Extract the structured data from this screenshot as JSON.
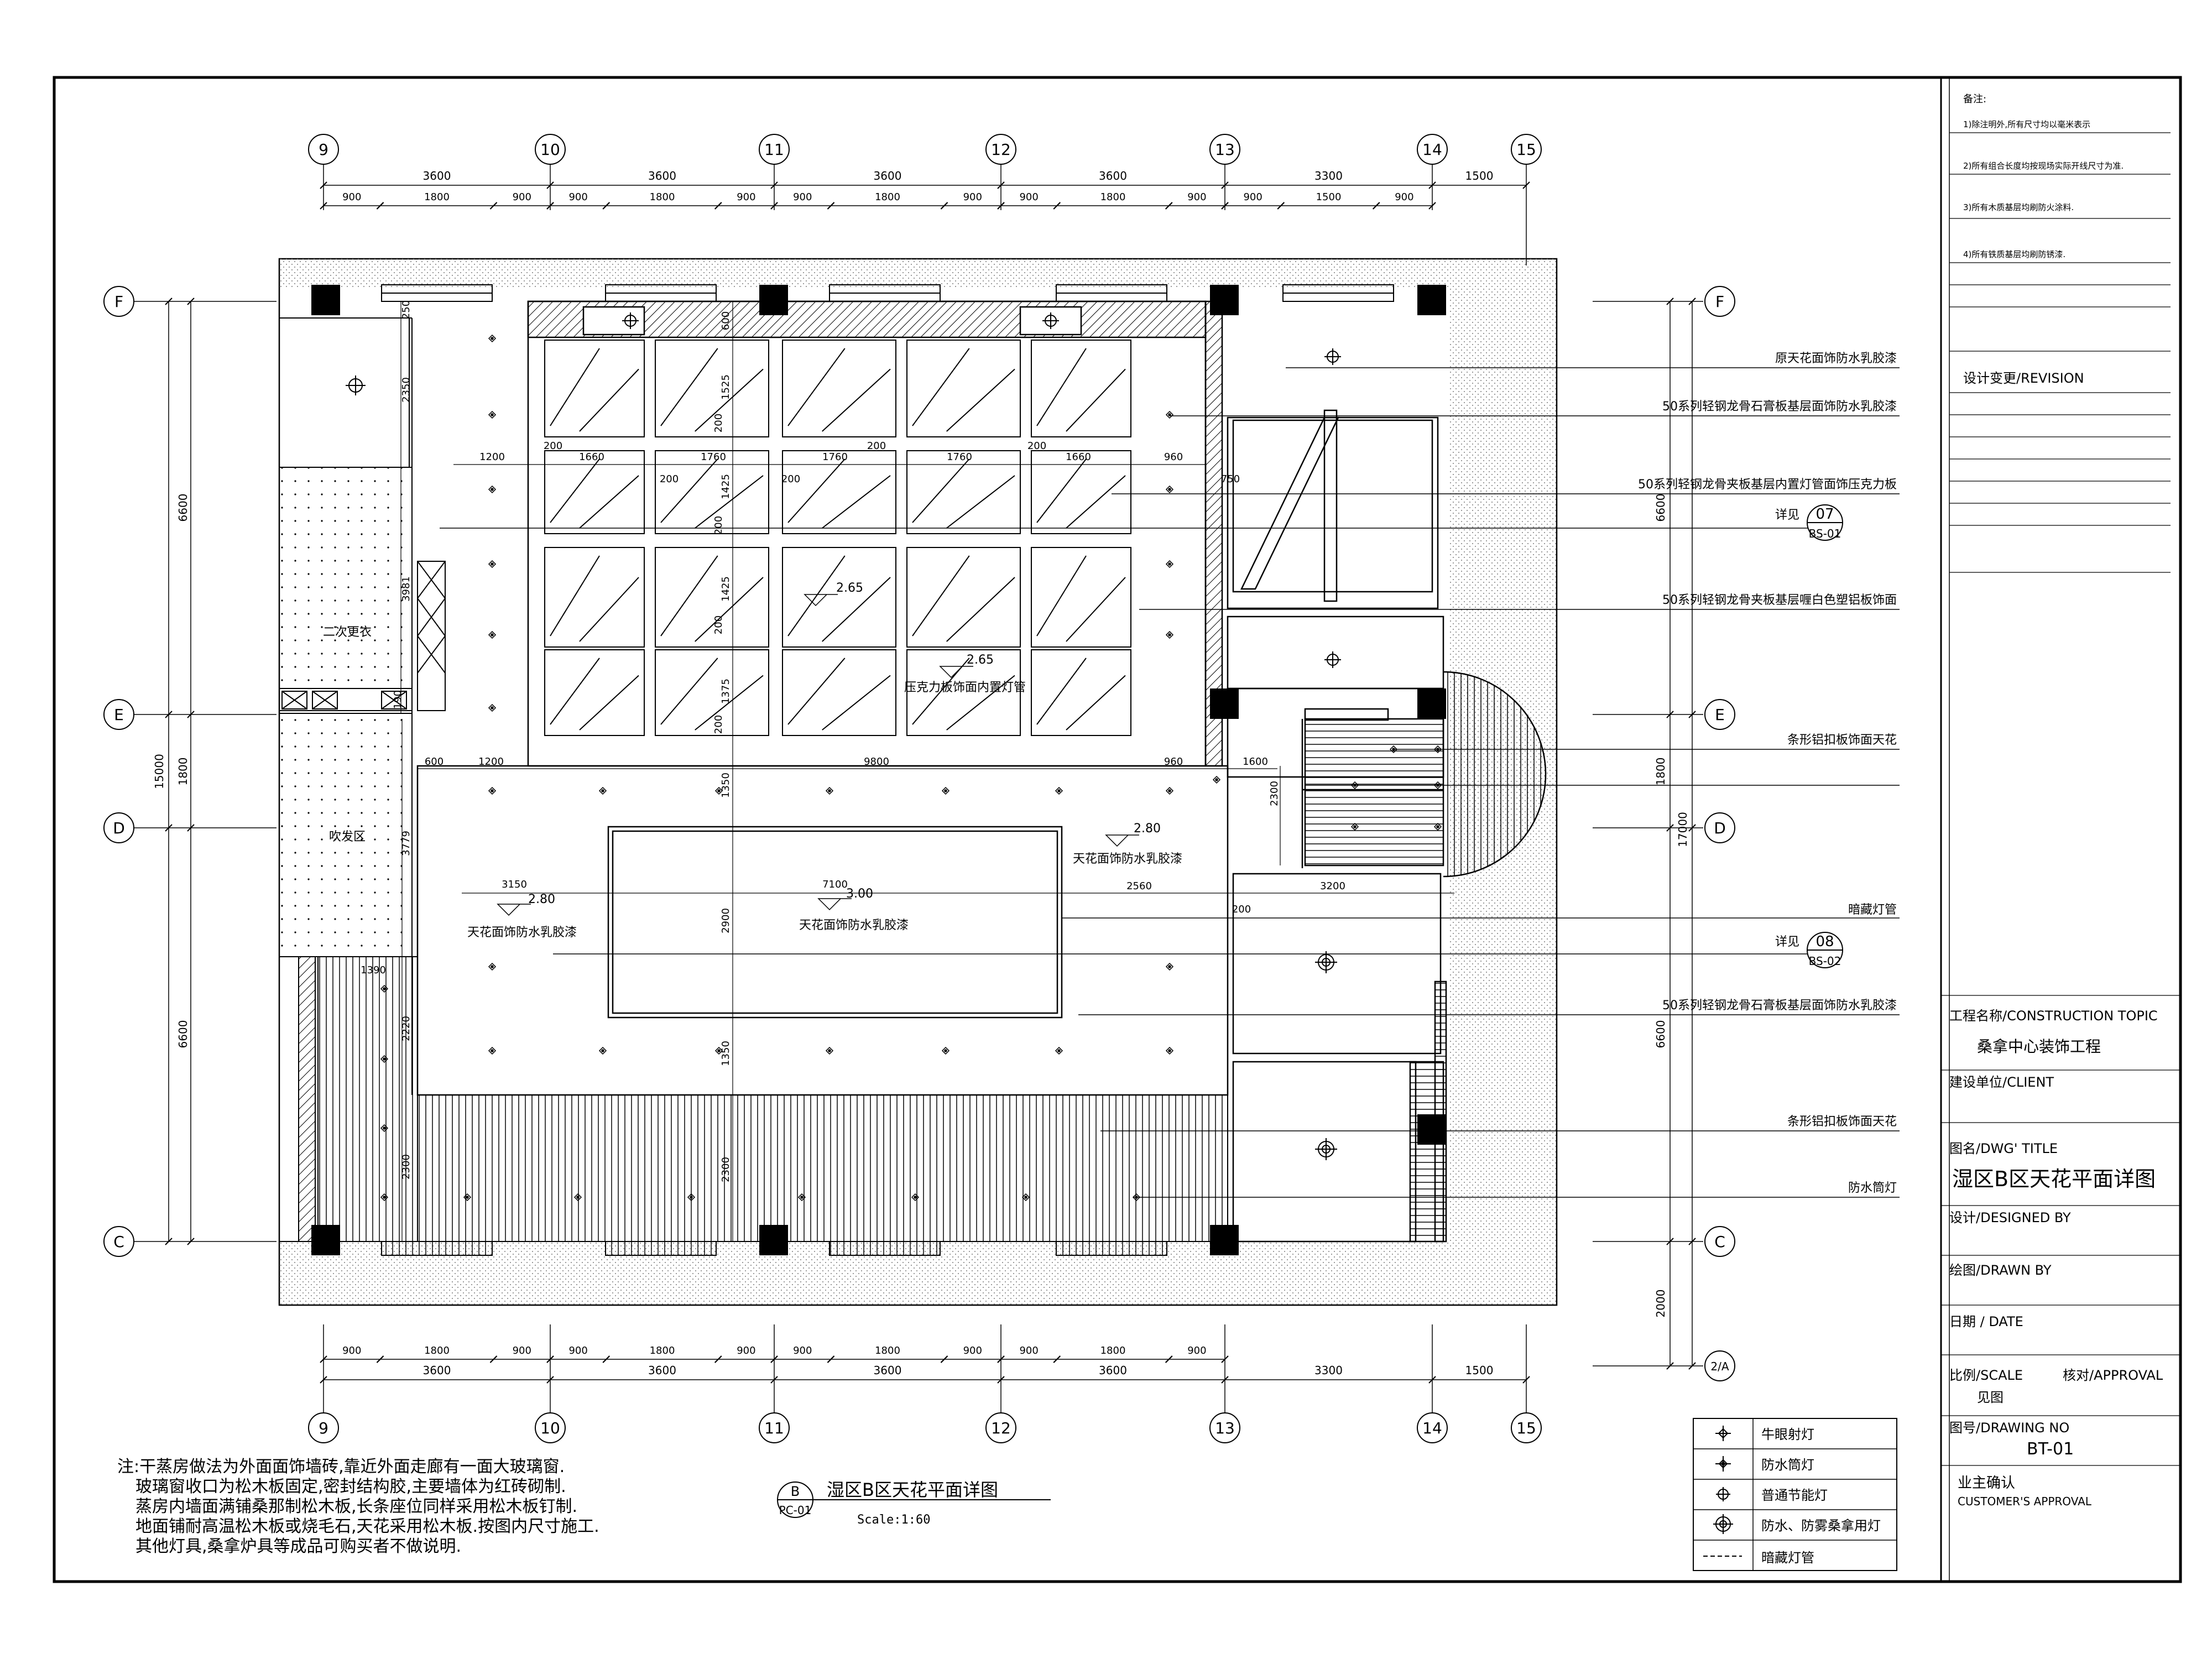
{
  "grid_top": [
    "9",
    "10",
    "11",
    "12",
    "13",
    "14",
    "15"
  ],
  "grid_bottom": [
    "9",
    "10",
    "11",
    "12",
    "13",
    "14",
    "15"
  ],
  "grid_left": [
    "F",
    "E",
    "D",
    "C"
  ],
  "grid_right": [
    "F",
    "E",
    "D",
    "C"
  ],
  "grid_right_extra": "2/A",
  "dims_top_major": [
    "3600",
    "3600",
    "3600",
    "3600",
    "3300",
    "1500"
  ],
  "dims_top_minor": [
    "900",
    "1800",
    "900",
    "900",
    "1800",
    "900",
    "900",
    "1800",
    "900",
    "900",
    "1800",
    "900",
    "900",
    "1500",
    "900"
  ],
  "dims_bottom_minor": [
    "900",
    "1800",
    "900",
    "900",
    "1800",
    "900",
    "900",
    "1800",
    "900",
    "900",
    "1800",
    "900"
  ],
  "dims_bottom_major": [
    "3600",
    "3600",
    "3600",
    "3600",
    "3300",
    "1500"
  ],
  "dims_left": {
    "overall": "15000",
    "seg1": "6600",
    "seg2": "1800",
    "seg3": "6600"
  },
  "dims_right": {
    "overall": "17000",
    "seg1": "6600",
    "seg2": "1800",
    "seg3": "6600",
    "seg4": "2000"
  },
  "rooms": {
    "changing": "二次更衣",
    "hair": "吹发区"
  },
  "interior_dims": {
    "d250": "250",
    "d2350": "2350",
    "d3981": "3981",
    "d190": "190",
    "d3779": "3779",
    "d1390": "1390",
    "d2220": "2220",
    "d2300a": "2300",
    "d1200": "1200",
    "d1660a": "1660",
    "d1760a": "1760",
    "d1760b": "1760",
    "d1760c": "1760",
    "d1660b": "1660",
    "d960a": "960",
    "d200a": "200",
    "d200b": "200",
    "d200c": "200",
    "d200d": "200",
    "d200e": "200",
    "d200f": "200",
    "d200g": "200",
    "d200h": "200",
    "d200i": "200",
    "d600": "600",
    "d1525": "1525",
    "d1425a": "1425",
    "d1425b": "1425",
    "d1375": "1375",
    "d750": "750",
    "d600b": "600",
    "d1200b": "1200",
    "d9800": "9800",
    "d960b": "960",
    "d1600": "1600",
    "d2300b": "2300",
    "d1350a": "1350",
    "d2900": "2900",
    "d1350b": "1350",
    "d2300c": "2300",
    "d3150": "3150",
    "d7100": "7100",
    "d2560": "2560",
    "d3200": "3200",
    "d200j": "200"
  },
  "levels": {
    "l265a": "2.65",
    "l265b": "2.65",
    "l280a": "2.80",
    "l280b": "2.80",
    "l300": "3.00"
  },
  "inner_labels": {
    "acrylic": "压克力板饰面内置灯管",
    "paint1": "天花面饰防水乳胶漆",
    "paint2": "天花面饰防水乳胶漆",
    "paint3": "天花面饰防水乳胶漆"
  },
  "callouts": [
    "原天花面饰防水乳胶漆",
    "50系列轻钢龙骨石膏板基层面饰防水乳胶漆",
    "50系列轻钢龙骨夹板基层内置灯管面饰压克力板",
    "50系列轻钢龙骨夹板基层喱白色塑铝板饰面",
    "条形铝扣板饰面天花",
    "暗藏灯管",
    "50系列轻钢龙骨石膏板基层面饰防水乳胶漆",
    "条形铝扣板饰面天花",
    "防水筒灯"
  ],
  "detail_refs": [
    {
      "prefix": "详见",
      "num": "07",
      "sheet": "BS-01"
    },
    {
      "prefix": "详见",
      "num": "08",
      "sheet": "BS-02"
    }
  ],
  "legend": [
    {
      "icon": "spotlight-icon",
      "label": "牛眼射灯"
    },
    {
      "icon": "waterproof-downlight-icon",
      "label": "防水筒灯"
    },
    {
      "icon": "energy-saving-lamp-icon",
      "label": "普通节能灯"
    },
    {
      "icon": "sauna-lamp-icon",
      "label": "防水、防雾桑拿用灯"
    },
    {
      "icon": "hidden-tube-icon",
      "label": "暗藏灯管"
    }
  ],
  "drawing_title": {
    "circle_top": "B",
    "circle_bottom": "PC-01",
    "name": "湿区B区天花平面详图",
    "scale": "Scale:1:60"
  },
  "notes": [
    "注:干蒸房做法为外面面饰墙砖,靠近外面走廊有一面大玻璃窗.",
    "玻璃窗收口为松木板固定,密封结构胶,主要墙体为红砖砌制.",
    "蒸房内墙面满铺桑那制松木板,长条座位同样采用松木板钉制.",
    "地面铺耐高温松木板或烧毛石,天花采用松木板.按图内尺寸施工.",
    "其他灯具,桑拿炉具等成品可购买者不做说明."
  ],
  "titleblock": {
    "remarks_title": "备注:",
    "remarks": [
      "1)除注明外,所有尺寸均以毫米表示",
      "2)所有组合长度均按现场实际开线尺寸为准.",
      "3)所有木质基层均刷防火涂料.",
      "4)所有铁质基层均刷防锈漆."
    ],
    "revision": "设计变更/REVISION",
    "topic_label": "工程名称/CONSTRUCTION TOPIC",
    "topic": "桑拿中心装饰工程",
    "client_label": "建设单位/CLIENT",
    "title_label": "图名/DWG' TITLE",
    "title": "湿区B区天花平面详图",
    "designed_label": "设计/DESIGNED BY",
    "drawn_label": "绘图/DRAWN BY",
    "date_label": "日期 / DATE",
    "scale_label": "比例/SCALE",
    "approval_label": "核对/APPROVAL",
    "scale_value": "见图",
    "drawing_no_label": "图号/DRAWING NO",
    "drawing_no": "BT-01",
    "owner_label": "业主确认",
    "owner_label_en": "CUSTOMER'S APPROVAL"
  }
}
